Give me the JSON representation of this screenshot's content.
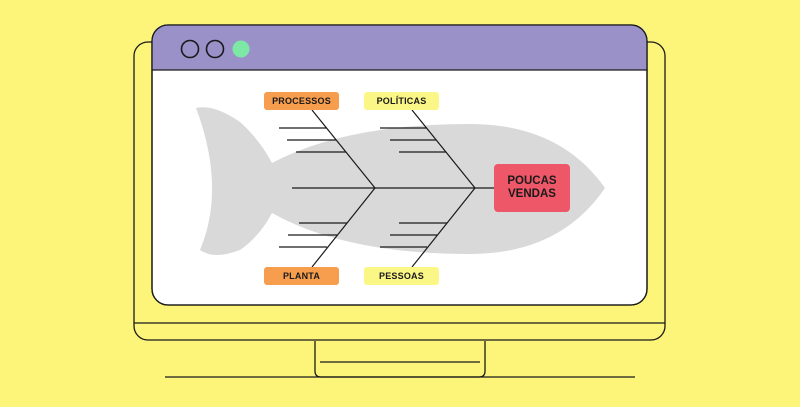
{
  "window": {
    "controls": [
      "close-circle",
      "minimize-circle",
      "maximize-circle"
    ]
  },
  "diagram": {
    "effect": "POUCAS\nVENDAS",
    "categories": {
      "top_left": "PROCESSOS",
      "top_right": "POLÍTICAS",
      "bottom_left": "PLANTA",
      "bottom_right": "PESSOAS"
    }
  },
  "colors": {
    "background": "#fdf57a",
    "title_bar": "#9a91c9",
    "screen": "#ffffff",
    "fish_body": "#d9d9d9",
    "effect_box": "#ee5768",
    "category_orange": "#f79d4e",
    "category_yellow": "#fbf787",
    "maximize_dot": "#7de8a6",
    "outline": "#1a1a1a"
  }
}
